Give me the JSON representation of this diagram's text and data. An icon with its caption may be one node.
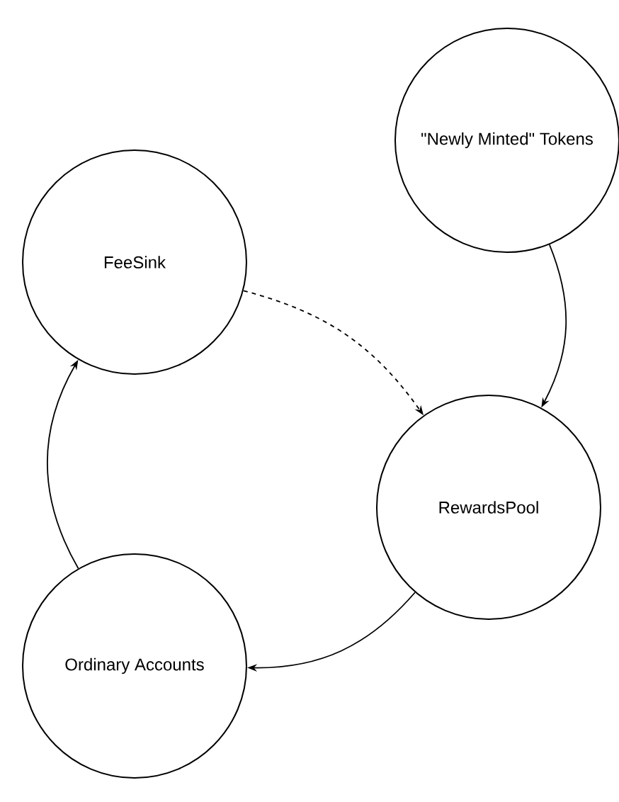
{
  "diagram": {
    "nodes": [
      {
        "text": [
          "\"Newly Minted\" Tokens"
        ]
      },
      {
        "text": [
          "FeeSink"
        ]
      },
      {
        "text": [
          "RewardsPool"
        ]
      },
      {
        "text": [
          "Ordinary Accounts"
        ]
      }
    ],
    "edges": [
      {
        "from": 0,
        "to": 2,
        "arrow": "to"
      },
      {
        "from": 1,
        "to": 2,
        "arrow": "to",
        "style": "dashed"
      },
      {
        "from": 2,
        "to": 3,
        "arrow": "to"
      },
      {
        "from": 3,
        "to": 1,
        "arrow": "to"
      }
    ]
  }
}
